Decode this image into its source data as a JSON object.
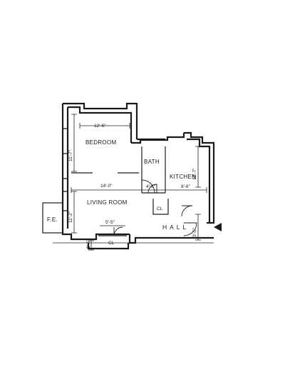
{
  "rooms": {
    "bedroom": "BEDROOM",
    "bath": "BATH",
    "kitchen": "KITCHEN",
    "living_room": "LIVING ROOM",
    "hall": "HALL",
    "closet_kitchen": "CL",
    "closet_living": "CL",
    "fe": "F.E."
  },
  "dimensions": {
    "bedroom_width": "12'-6\"",
    "bedroom_depth": "11'-7\"",
    "living_width": "14'-0\"",
    "living_depth": "11'-2\"",
    "bath_width": "4'-6\"",
    "kitchen_width": "8'-6\"",
    "kitchen_depth": "12'-7\"",
    "closet_width": "5'-5\"",
    "closet_depth": "1'-5\"",
    "hall_width": "3'-5\""
  }
}
